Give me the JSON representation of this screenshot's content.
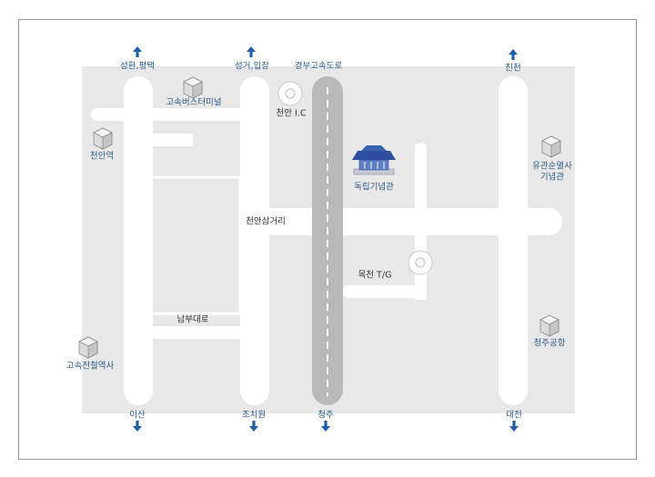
{
  "colors": {
    "frame": "#9a9a9a",
    "area": "#e8e8e8",
    "road": "#ffffff",
    "highway": "#b9b9b9",
    "highway_dash": "#ffffff",
    "arrow": "#1f5fa8",
    "place_label": "#2b5c8a",
    "road_label": "#333333",
    "landmark": "#2d4f9e"
  },
  "directions": {
    "top_1": "성환,평택",
    "top_2": "성거,입장",
    "top_3": "경부고속도로",
    "top_4": "진천",
    "bottom_1": "이산",
    "bottom_2": "조치원",
    "bottom_3": "청주",
    "bottom_4": "대전"
  },
  "places": {
    "bus_terminal": "고속버스터미널",
    "cheonan_station": "천안역",
    "cheonan_ic": "천안 I.C",
    "independence_hall": "독립기념관",
    "martyrs_hall": "유관순열사\n기념관",
    "cheonan_junction": "천안삼거리",
    "mokcheon_tg": "목천 T/G",
    "nambu_road": "남부대로",
    "ktx_station": "고속전철역사",
    "cheongju_airport": "청주공항"
  },
  "icons": {
    "building": "building-icon",
    "landmark": "hall-icon",
    "interchange": "interchange-icon",
    "arrow_up": "arrow-up-icon",
    "arrow_down": "arrow-down-icon"
  }
}
